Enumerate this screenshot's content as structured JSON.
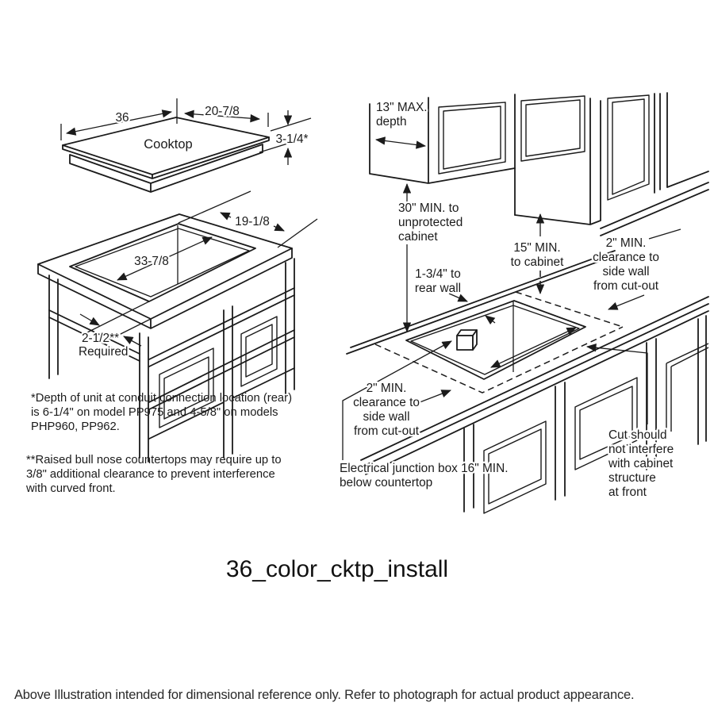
{
  "title": "36_color_cktp_install",
  "caption": "Above Illustration intended for dimensional reference only. Refer to photograph for actual product appearance.",
  "figures": {
    "cooktop": {
      "label": "Cooktop",
      "width": "36",
      "depth": "20-7/8",
      "height": "3-1/4*"
    },
    "cutout": {
      "depth": "19-1/8",
      "width": "33-7/8",
      "front": "2-1/2**",
      "front_note": "Required"
    },
    "clearance": {
      "max_depth": [
        "13\" MAX.",
        "depth"
      ],
      "min_30": [
        "30\" MIN. to",
        "unprotected",
        "cabinet"
      ],
      "min_15": [
        "15\" MIN.",
        "to cabinet"
      ],
      "side_right": [
        "2\" MIN.",
        "clearance to",
        "side wall",
        "from cut-out"
      ],
      "rear": [
        "1-3/4\" to",
        "rear wall"
      ],
      "side_left": [
        "2\" MIN.",
        "clearance to",
        "side wall",
        "from cut-out"
      ],
      "junction": [
        "Electrical junction box 16\" MIN.",
        "below countertop"
      ],
      "cut_note": [
        "Cut should",
        "not interfere",
        "with cabinet",
        "structure",
        "at front"
      ]
    }
  },
  "notes": {
    "note1": [
      "*Depth of unit at conduit connection location (rear)",
      "is 6-1/4\" on model PP975 and 4-5/8\" on models",
      "PHP960, PP962."
    ],
    "note2": [
      "**Raised bull nose countertops may require up to",
      "3/8\" additional clearance to prevent interference",
      "with curved front."
    ]
  }
}
